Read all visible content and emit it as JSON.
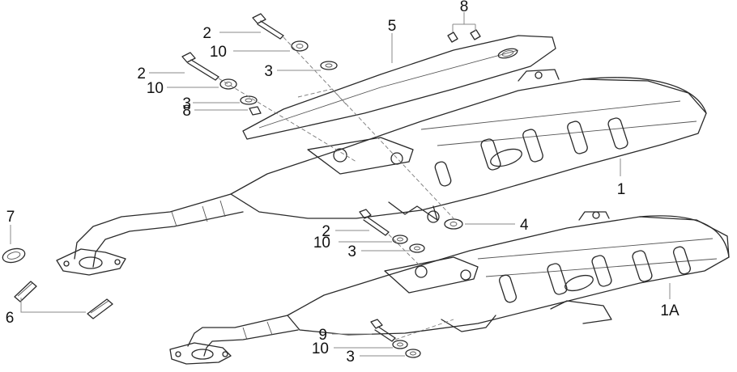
{
  "labels": {
    "c1": "1",
    "c1a": "1A",
    "c2_top": "2",
    "c2_upper": "2",
    "c2_lower": "2",
    "c3_top": "3",
    "c3_upper": "3",
    "c3_lower": "3",
    "c3_bottom": "3",
    "c4": "4",
    "c5": "5",
    "c6": "6",
    "c7": "7",
    "c8_top": "8",
    "c8_left": "8",
    "c9": "9",
    "c10_top": "10",
    "c10_upper": "10",
    "c10_lower": "10",
    "c10_bottom": "10"
  },
  "colors": {
    "line": "#2a2a2a",
    "leader": "#888888",
    "shade": "#e6e6e6",
    "background": "#ffffff"
  }
}
